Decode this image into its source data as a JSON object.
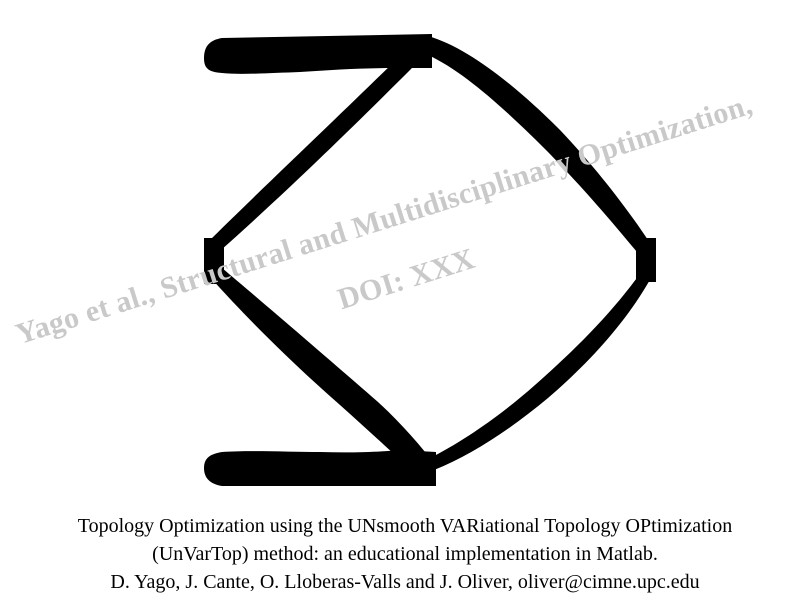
{
  "colors": {
    "structure": "#000000",
    "background": "#ffffff",
    "watermark": "#c9c9c9"
  },
  "watermark": {
    "line1": "Yago et al., Structural and Multidisciplinary Optimization,",
    "line2": "DOI: XXX"
  },
  "caption": {
    "line1": "Topology Optimization using the UNsmooth VARiational Topology OPtimization",
    "line2": "(UnVarTop) method: an educational implementation in Matlab.",
    "line3": "D. Yago, J. Cante, O. Lloberas-Valls and J. Oliver, oliver@cimne.upc.edu"
  }
}
